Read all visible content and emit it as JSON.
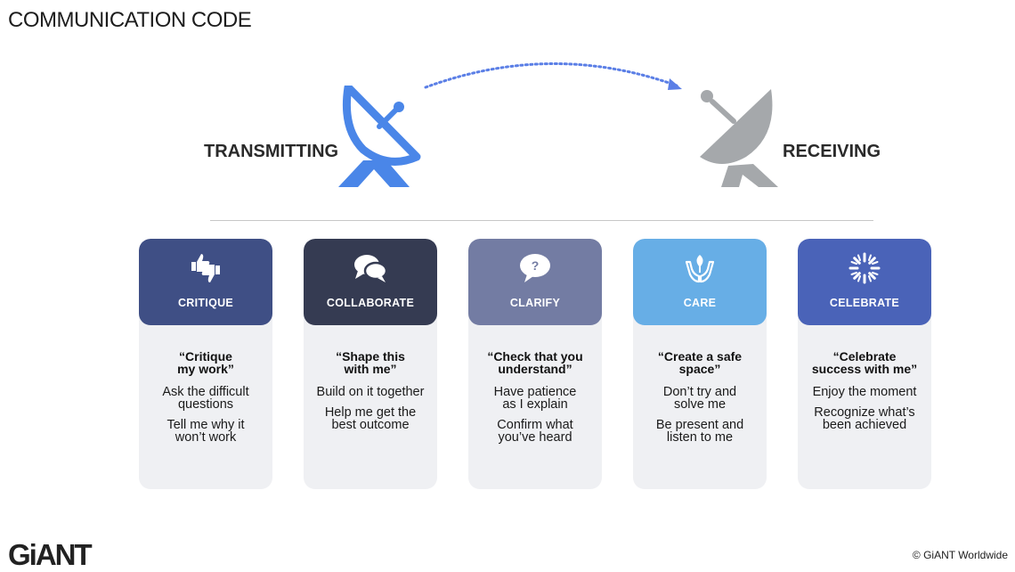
{
  "page": {
    "title": "COMMUNICATION CODE",
    "transmitting_label": "TRANSMITTING",
    "receiving_label": "RECEIVING",
    "logo": "GiANT",
    "copyright": "© GiANT Worldwide"
  },
  "colors": {
    "transmit_dish": "#4a86e8",
    "receive_dish": "#a5a8ab",
    "arc": "#5b7fe6"
  },
  "cards": [
    {
      "title": "CRITIQUE",
      "icon": "thumbs-up-down-icon",
      "color": "#3f4f85",
      "quote": "“Critique\nmy work”",
      "points": [
        "Ask the difficult\nquestions",
        "Tell me why it\nwon’t work"
      ]
    },
    {
      "title": "COLLABORATE",
      "icon": "chat-bubbles-icon",
      "color": "#353b52",
      "quote": "“Shape this\nwith me”",
      "points": [
        "Build on it together",
        "Help me get the\nbest outcome"
      ]
    },
    {
      "title": "CLARIFY",
      "icon": "question-bubble-icon",
      "color": "#737ca3",
      "quote": "“Check that you\nunderstand”",
      "points": [
        "Have patience\nas I explain",
        "Confirm what\nyou’ve heard"
      ]
    },
    {
      "title": "CARE",
      "icon": "hands-plant-icon",
      "color": "#67aee6",
      "quote": "“Create a safe\nspace”",
      "points": [
        "Don’t try and\nsolve me",
        "Be present and\nlisten to me"
      ]
    },
    {
      "title": "CELEBRATE",
      "icon": "burst-icon",
      "color": "#4a63b8",
      "quote": "“Celebrate\nsuccess with me”",
      "points": [
        "Enjoy the moment",
        "Recognize what’s\nbeen achieved"
      ]
    }
  ]
}
